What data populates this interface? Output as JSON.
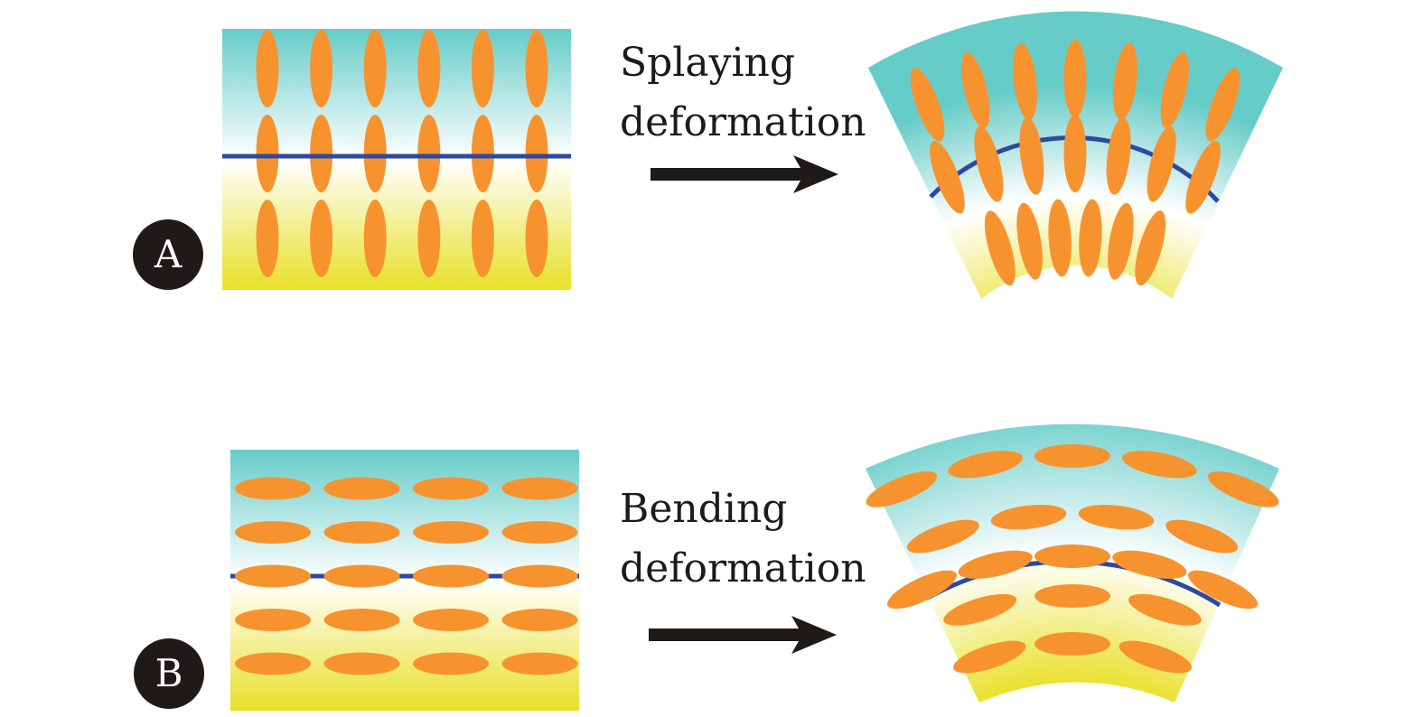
{
  "colors": {
    "cyan": "#66ccc8",
    "white": "#ffffff",
    "yellow": "#e8e028",
    "molecule": "#f7932f",
    "interface_line": "#2b4aa0",
    "arrow": "#1e1a18",
    "badge": "#1e1a18",
    "badge_text": "#ffffff"
  },
  "panels": [
    {
      "id": "A",
      "badge": "A",
      "deformation_line1": "Splaying",
      "deformation_line2": "deformation",
      "molecule_orientation": "vertical",
      "molecule_grid": {
        "rows": 3,
        "columns": 6
      },
      "deformed_rows": [
        7,
        7,
        6
      ]
    },
    {
      "id": "B",
      "badge": "B",
      "deformation_line1": "Bending",
      "deformation_line2": "deformation",
      "molecule_orientation": "horizontal",
      "molecule_grid": {
        "rows": 5,
        "columns": 4
      },
      "deformed_rows": [
        5,
        4,
        5,
        3,
        3
      ]
    }
  ]
}
